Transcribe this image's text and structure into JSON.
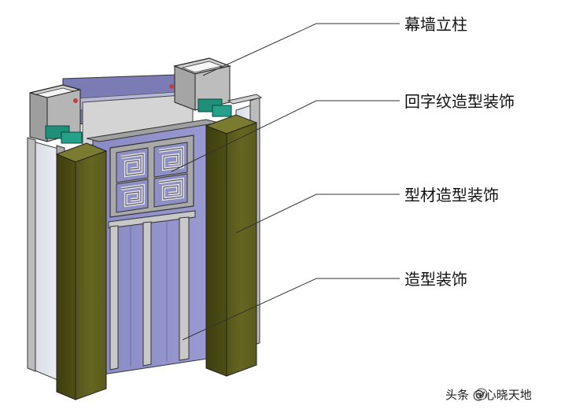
{
  "callouts": [
    {
      "id": "curtain-wall-mullion",
      "label": "幕墙立柱"
    },
    {
      "id": "fret-pattern-decoration",
      "label": "回字纹造型装饰"
    },
    {
      "id": "profile-decoration",
      "label": "型材造型装饰"
    },
    {
      "id": "shaped-decoration",
      "label": "造型装饰"
    }
  ],
  "watermark": {
    "text": "头条 @心晓天地",
    "icon": "toutiao-logo-icon"
  },
  "colors": {
    "olive_column_front": "#5f5f1e",
    "olive_column_side": "#4a4a14",
    "purple_panel": "#8f8fc8",
    "gray_frame": "#bfbfbf",
    "teal_bracket": "#1f8f7a",
    "leader_line": "#333333"
  }
}
